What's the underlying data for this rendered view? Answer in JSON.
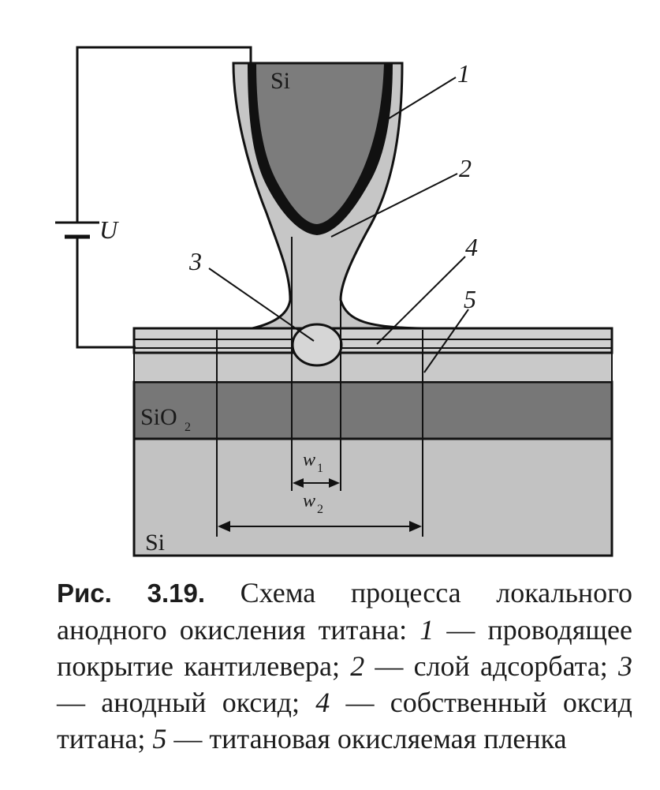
{
  "diagram": {
    "labels": {
      "si_tip": "Si",
      "voltage": "U",
      "sio2": "SiO",
      "sio2_sub": "2",
      "si_substrate": "Si",
      "w1": "w",
      "w1_sub": "1",
      "w2": "w",
      "w2_sub": "2",
      "n1": "1",
      "n2": "2",
      "n3": "3",
      "n4": "4",
      "n5": "5"
    }
  },
  "caption": {
    "figure_number": "Рис. 3.19.",
    "intro": "Схема процесса локального анодного окисления титана:",
    "items": [
      {
        "num": "1",
        "text": "— проводящее покрытие кантилевера;"
      },
      {
        "num": "2",
        "text": "— слой адсорбата;"
      },
      {
        "num": "3",
        "text": "— анодный оксид;"
      },
      {
        "num": "4",
        "text": "— собственный оксид титана;"
      },
      {
        "num": "5",
        "text": "— титановая окисляемая пленка"
      }
    ]
  },
  "colors": {
    "ink": "#111111",
    "light_fill": "#c6c6c6",
    "tip_fill": "#7c7c7c",
    "sio2_fill": "#777777",
    "substrate_fill": "#c2c2c2"
  }
}
